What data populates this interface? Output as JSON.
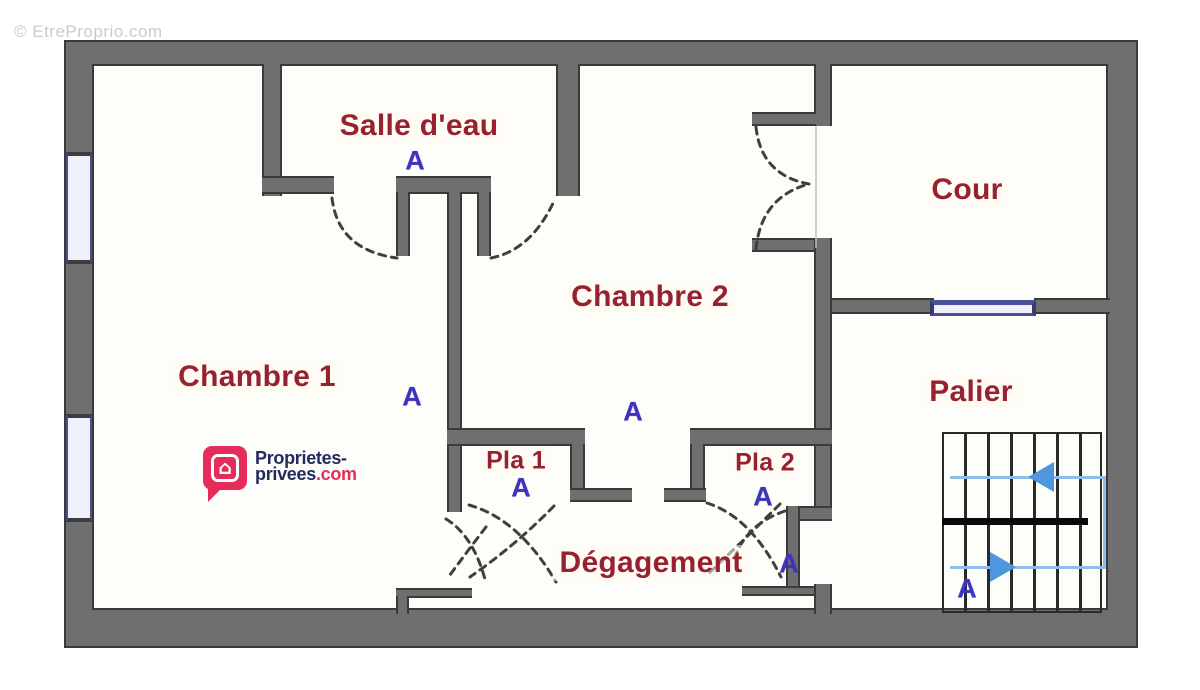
{
  "watermark": {
    "text": "© EtreProprio.com"
  },
  "brand_logo": {
    "icon": "house-in-speech-bubble-icon",
    "icon_glyph": "⌂",
    "name_line1": "Proprietes-",
    "name_line2": "privees",
    "name_line2_suffix": ".com"
  },
  "floor_plan": {
    "rooms": {
      "salle_deau": "Salle d'eau",
      "chambre_1": "Chambre 1",
      "chambre_2": "Chambre 2",
      "cour": "Cour",
      "palier": "Palier",
      "placard_1": "Pla 1",
      "placard_2": "Pla 2",
      "degagement": "Dégagement"
    },
    "markers": {
      "salle_deau": "A",
      "chambre_1": "A",
      "chambre_2": "A",
      "placard_1": "A",
      "placard_2": "A",
      "degagement": "A",
      "palier_stairs": "A"
    }
  },
  "colors": {
    "wall": "#6f6f6f",
    "wall_edge": "#3a3a3a",
    "floor": "#fdfdfa",
    "label_red": "#97212e",
    "marker_blue": "#3c33c0",
    "window_fill": "#eef0fa",
    "window_line": "#4a5296",
    "stairs_path": "#8fbce8",
    "stairs_arrow": "#4e96de",
    "logo_pink": "#e42d5b",
    "logo_navy": "#252a5c",
    "watermark_gray": "#c9cbcd"
  }
}
